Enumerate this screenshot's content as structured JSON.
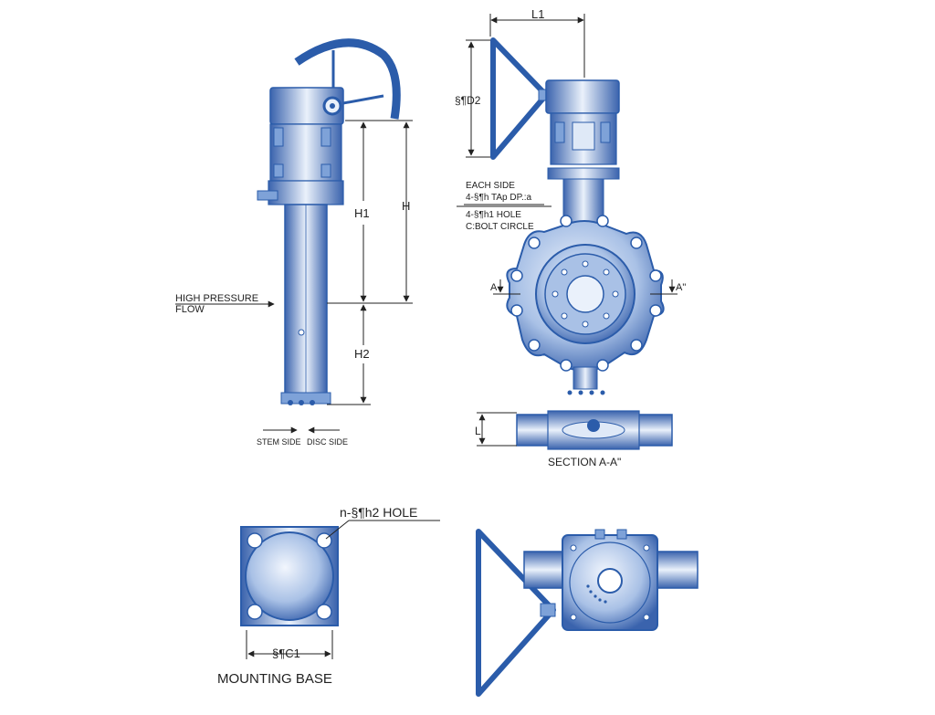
{
  "side_view": {
    "dim_h": "H",
    "dim_h1": "H1",
    "dim_h2": "H2",
    "flow_label_1": "HIGH PRESSURE",
    "flow_label_2": "FLOW",
    "stem_side_label": "STEM SIDE",
    "disc_side_label": "DISC SIDE"
  },
  "front_view": {
    "dim_l1": "L1",
    "dim_d2": "§¶D2",
    "tap_label_1": "EACH SIDE",
    "tap_label_2": "4-§¶h TAp DP.:a",
    "hole_label_1": "4-§¶h1 HOLE",
    "hole_label_2": "C:BOLT CIRCLE",
    "section_a": "A",
    "section_a2": "A\""
  },
  "section_view": {
    "dim_l": "L",
    "caption": "SECTION A-A\""
  },
  "mounting_base": {
    "hole_label": "n-§¶h2 HOLE",
    "dim_c1": "§¶C1",
    "caption": "MOUNTING BASE"
  },
  "colors": {
    "blue_dark": "#2b5caa",
    "blue_mid": "#7ea2d8",
    "blue_light": "#dfe9f7"
  }
}
